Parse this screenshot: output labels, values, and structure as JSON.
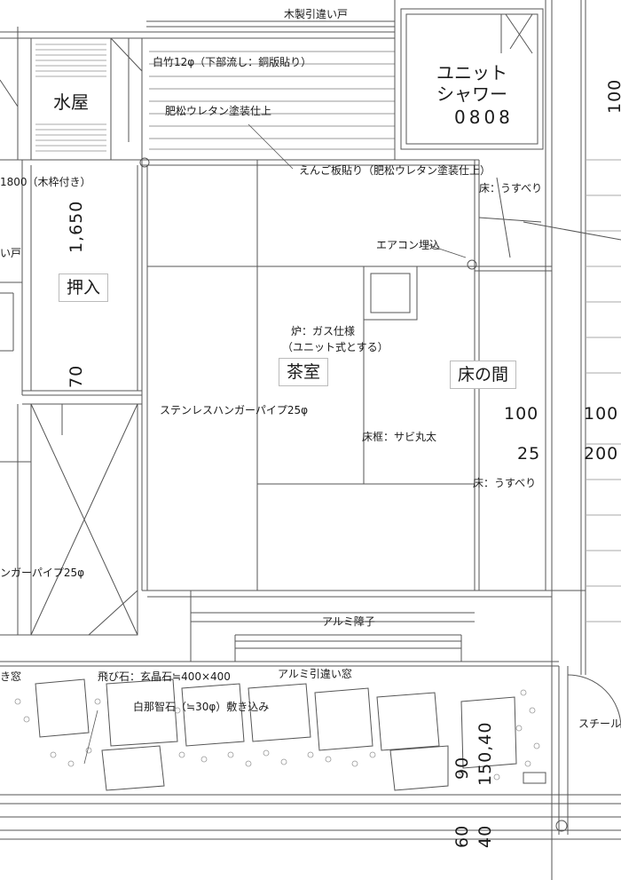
{
  "rooms": {
    "mizuya": "水屋",
    "unit_shower_line1": "ユニット",
    "unit_shower_line2": "シャワー",
    "unit_shower_code": "0808",
    "oshiire": "押入",
    "chashitsu": "茶室",
    "tokonoma": "床の間"
  },
  "notes": {
    "wood_sliding_door": "木製引違い戸",
    "shiratake": "白竹12φ（下部流し：銅版貼り）",
    "pine_urethane": "肥松ウレタン塗装仕上",
    "enko_board": "えんご板貼り（肥松ウレタン塗装仕上）",
    "wood_frame": "1800（木枠付き）",
    "door_fragment": "い戸",
    "floor_usuberi_top": "床：うすべり",
    "aircon": "エアコン埋込",
    "ro_gas": "炉：ガス仕様",
    "ro_unit": "（ユニット式とする）",
    "hanger_pipe": "ステンレスハンガーパイプ25φ",
    "hanger_pipe_left": "ンガーパイプ25φ",
    "tokogamachi": "床框：サビ丸太",
    "floor_usuberi_bottom": "床：うすべり",
    "alumi_shoji": "アルミ障子",
    "alumi_window": "アルミ引違い窓",
    "window_fragment": "き窓",
    "stepping_stone": "飛び石：玄晶石≒400×400",
    "gravel": "白那智石（≒30φ）敷き込み",
    "steel_fragment": "スチール"
  },
  "dimensions": {
    "d1650": "1,650",
    "d70": "70",
    "d100a": "100",
    "d100b": "100",
    "d25": "25",
    "d200": "200",
    "d100_top": "100",
    "d90": "90",
    "d150_40": "150,40",
    "d60": "60",
    "d40": "40"
  }
}
